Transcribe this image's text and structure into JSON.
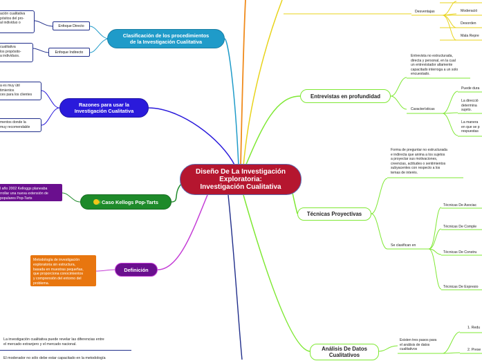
{
  "central": {
    "line1": "Diseño De La Investigación",
    "line2": "Exploratoria:",
    "line3": "Investigación Cualitativa"
  },
  "clasificacion": {
    "title": "Clasificación de los procedimientos\nde la Investigación Cualitativa",
    "directo": "Enfoque Directo",
    "indirecto": "Enfoque Indirecto",
    "note_directo": "ación cualitativa\npósitos del pro-\nal individuo o",
    "note_indirecto": "cualitativa\nlos propósito-\na individuos."
  },
  "razones": {
    "title": "Razones para usar la\nInvestigación Cualitativa",
    "note1": "a es muy útil\ntimientos\nces para los clientes",
    "note2": "mentos donde la\nmuy recomendable"
  },
  "kelloggs": {
    "title": "Caso Kellogs Pop-Tarts",
    "icon": "corn-icon",
    "note": "l año 2002 Kelloggs planeaba\nrrollar una nueva extensión de\npopulares Pop-Tarts"
  },
  "definicion": {
    "title": "Definición",
    "note": "Metodología de investigación\nexploratoria sin estructura,\nbasada en muestras pequeñas,\nque proporciona conocimientos\ny comprensión del entorno del\nproblema."
  },
  "bottom_notes": {
    "n1": "La investigación cualitativa puede revelar las diferencias entre\nel mercado extranjero y el mercado nacional.",
    "n2": "El moderador no sólo debe estar capacitado en la metodología"
  },
  "desventajas": {
    "label": "Desventajas",
    "items": [
      "Moderació",
      "Desorden",
      "Mala Repre"
    ]
  },
  "entrevistas": {
    "title": "Entrevistas en profundidad",
    "desc": "Entrevista no estructurada,\ndirecta y personal, en la cual\nun entrevistador altamente\ncapacitado interroga a un solo\nencuestado.",
    "caracteristicas": "Características",
    "items": [
      "Puede dura",
      "La direcció\ndetermina\nsujeto.",
      "La manera\nen que se p\nrespuestas"
    ]
  },
  "proyectivas": {
    "title": "Técnicas Proyectivas",
    "desc": "Forma de preguntar no estructurada\ne indirecta que anima a los sujetos\na proyectar sus motivaciones,\ncreencias, actitudes o sentimientos\nsubyacentes con respecto a los\ntemas de interés.",
    "clasifican": "Se clasifican en",
    "items": [
      "Técnicas De Asociac",
      "Técnicas De Comple",
      "Técnicas De Constru",
      "Técnicas De Expresio"
    ]
  },
  "analisis": {
    "title": "Análisis De Datos\nCualitativos",
    "desc": "Existen tres pasos para\nel análisis de datos\ncualitativos",
    "items": [
      "1. Redu",
      "2. Prese"
    ]
  },
  "colors": {
    "central": "#b5162f",
    "clasificacion": "#1f9bc9",
    "razones": "#2a1adb",
    "kelloggs": "#1e8a2a",
    "definicion": "#6a0f8e",
    "definicion_note": "#e8760f",
    "kelloggs_note": "#6a0f8e",
    "green_branch": "#7ee832"
  }
}
